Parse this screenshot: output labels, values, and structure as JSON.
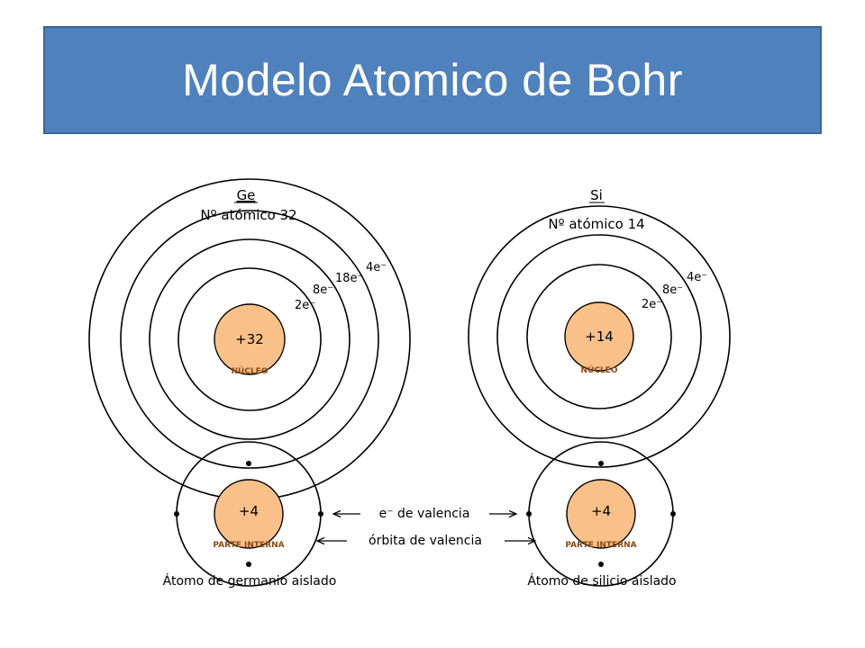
{
  "title": "Modelo Atomico de Bohr",
  "colors": {
    "title_bg": "#4f81bd",
    "nucleus": "#f9c08a",
    "nucleus_label": "#8a4a16"
  },
  "ge": {
    "symbol": "Ge",
    "atomic_number": "Nº atómico 32",
    "nucleus": "+32",
    "nucleus_label": "NÚCLEO",
    "shells": [
      "2e⁻",
      "8e⁻",
      "18e⁻",
      "4e⁻"
    ]
  },
  "si": {
    "symbol": "Si",
    "atomic_number": "Nº atómico 14",
    "nucleus": "+14",
    "nucleus_label": "NÚCLEO",
    "shells": [
      "2e⁻",
      "8e⁻",
      "4e⁻"
    ]
  },
  "ge_isolated": {
    "core": "+4",
    "core_label": "PARTE INTERNA",
    "caption": "Átomo de germanio aislado"
  },
  "si_isolated": {
    "core": "+4",
    "core_label": "PARTE INTERNA",
    "caption": "Átomo de silicio aislado"
  },
  "labels": {
    "valence_electrons": "e⁻ de valencia",
    "valence_orbit": "órbita de valencia"
  }
}
